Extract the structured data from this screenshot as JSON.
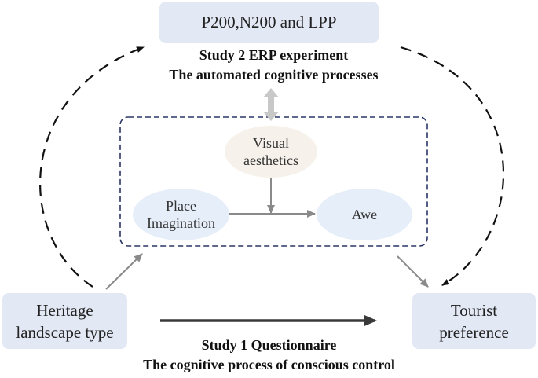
{
  "nodes": {
    "top_box": "P200,N200 and LPP",
    "heritage": [
      "Heritage",
      "landscape type"
    ],
    "tourist": [
      "Tourist",
      "preference"
    ],
    "visual": [
      "Visual",
      "aesthetics"
    ],
    "place": [
      "Place",
      "Imagination"
    ],
    "awe": "Awe"
  },
  "captions": {
    "study2_title": "Study 2 ERP experiment",
    "study2_sub": "The automated cognitive processes",
    "study1_title": "Study 1 Questionnaire",
    "study1_sub": "The cognitive process of conscious control"
  },
  "colors": {
    "box_fill": "#e3e8f5",
    "ellipse_blue": "#e6eef9",
    "ellipse_beige": "#f6f1ea",
    "dashed_frame": "#2c3566",
    "gray_arrow": "#8a8a8a",
    "main_arrow": "#3a3a3a"
  }
}
